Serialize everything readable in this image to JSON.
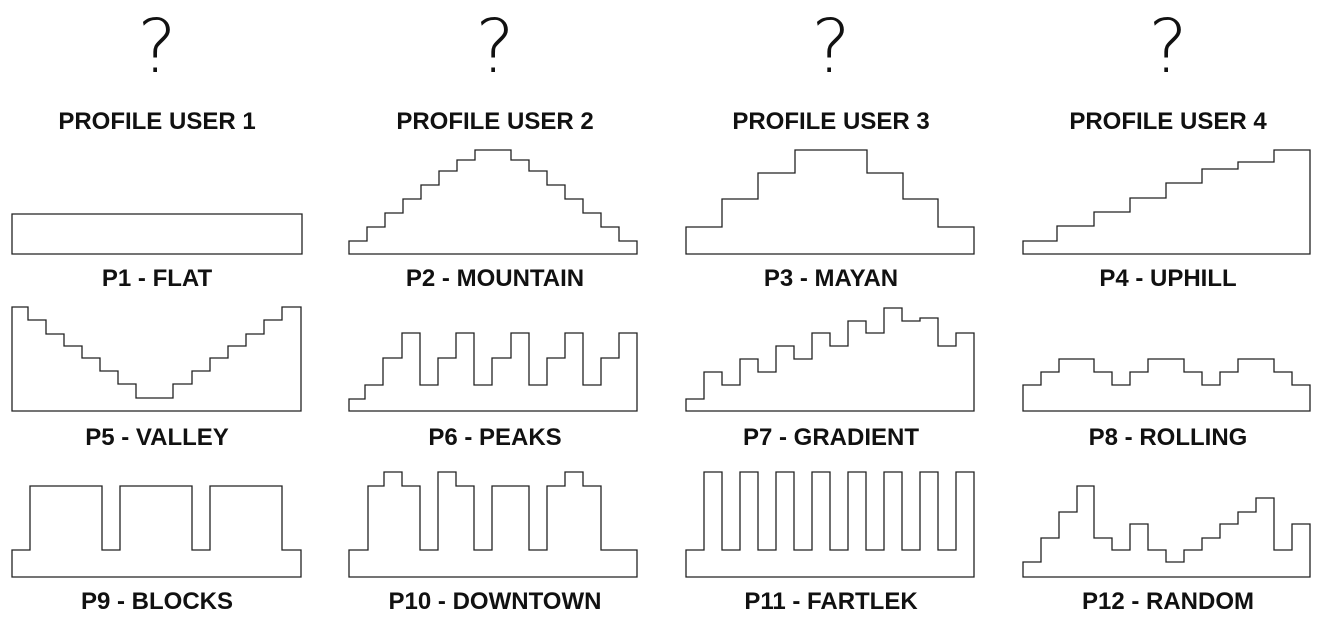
{
  "users": [
    {
      "question": "?",
      "label": "PROFILE USER 1"
    },
    {
      "question": "?",
      "label": "PROFILE USER 2"
    },
    {
      "question": "?",
      "label": "PROFILE USER 3"
    },
    {
      "question": "?",
      "label": "PROFILE USER 4"
    }
  ],
  "profiles": [
    {
      "label": "P1 - FLAT"
    },
    {
      "label": "P2 - MOUNTAIN"
    },
    {
      "label": "P3 - MAYAN"
    },
    {
      "label": "P4 - UPHILL"
    },
    {
      "label": "P5 - VALLEY"
    },
    {
      "label": "P6 - PEAKS"
    },
    {
      "label": "P7 - GRADIENT"
    },
    {
      "label": "P8 - ROLLING"
    },
    {
      "label": "P9 - BLOCKS"
    },
    {
      "label": "P10 - DOWNTOWN"
    },
    {
      "label": "P11 - FARTLEK"
    },
    {
      "label": "P12 - RANDOM"
    }
  ]
}
